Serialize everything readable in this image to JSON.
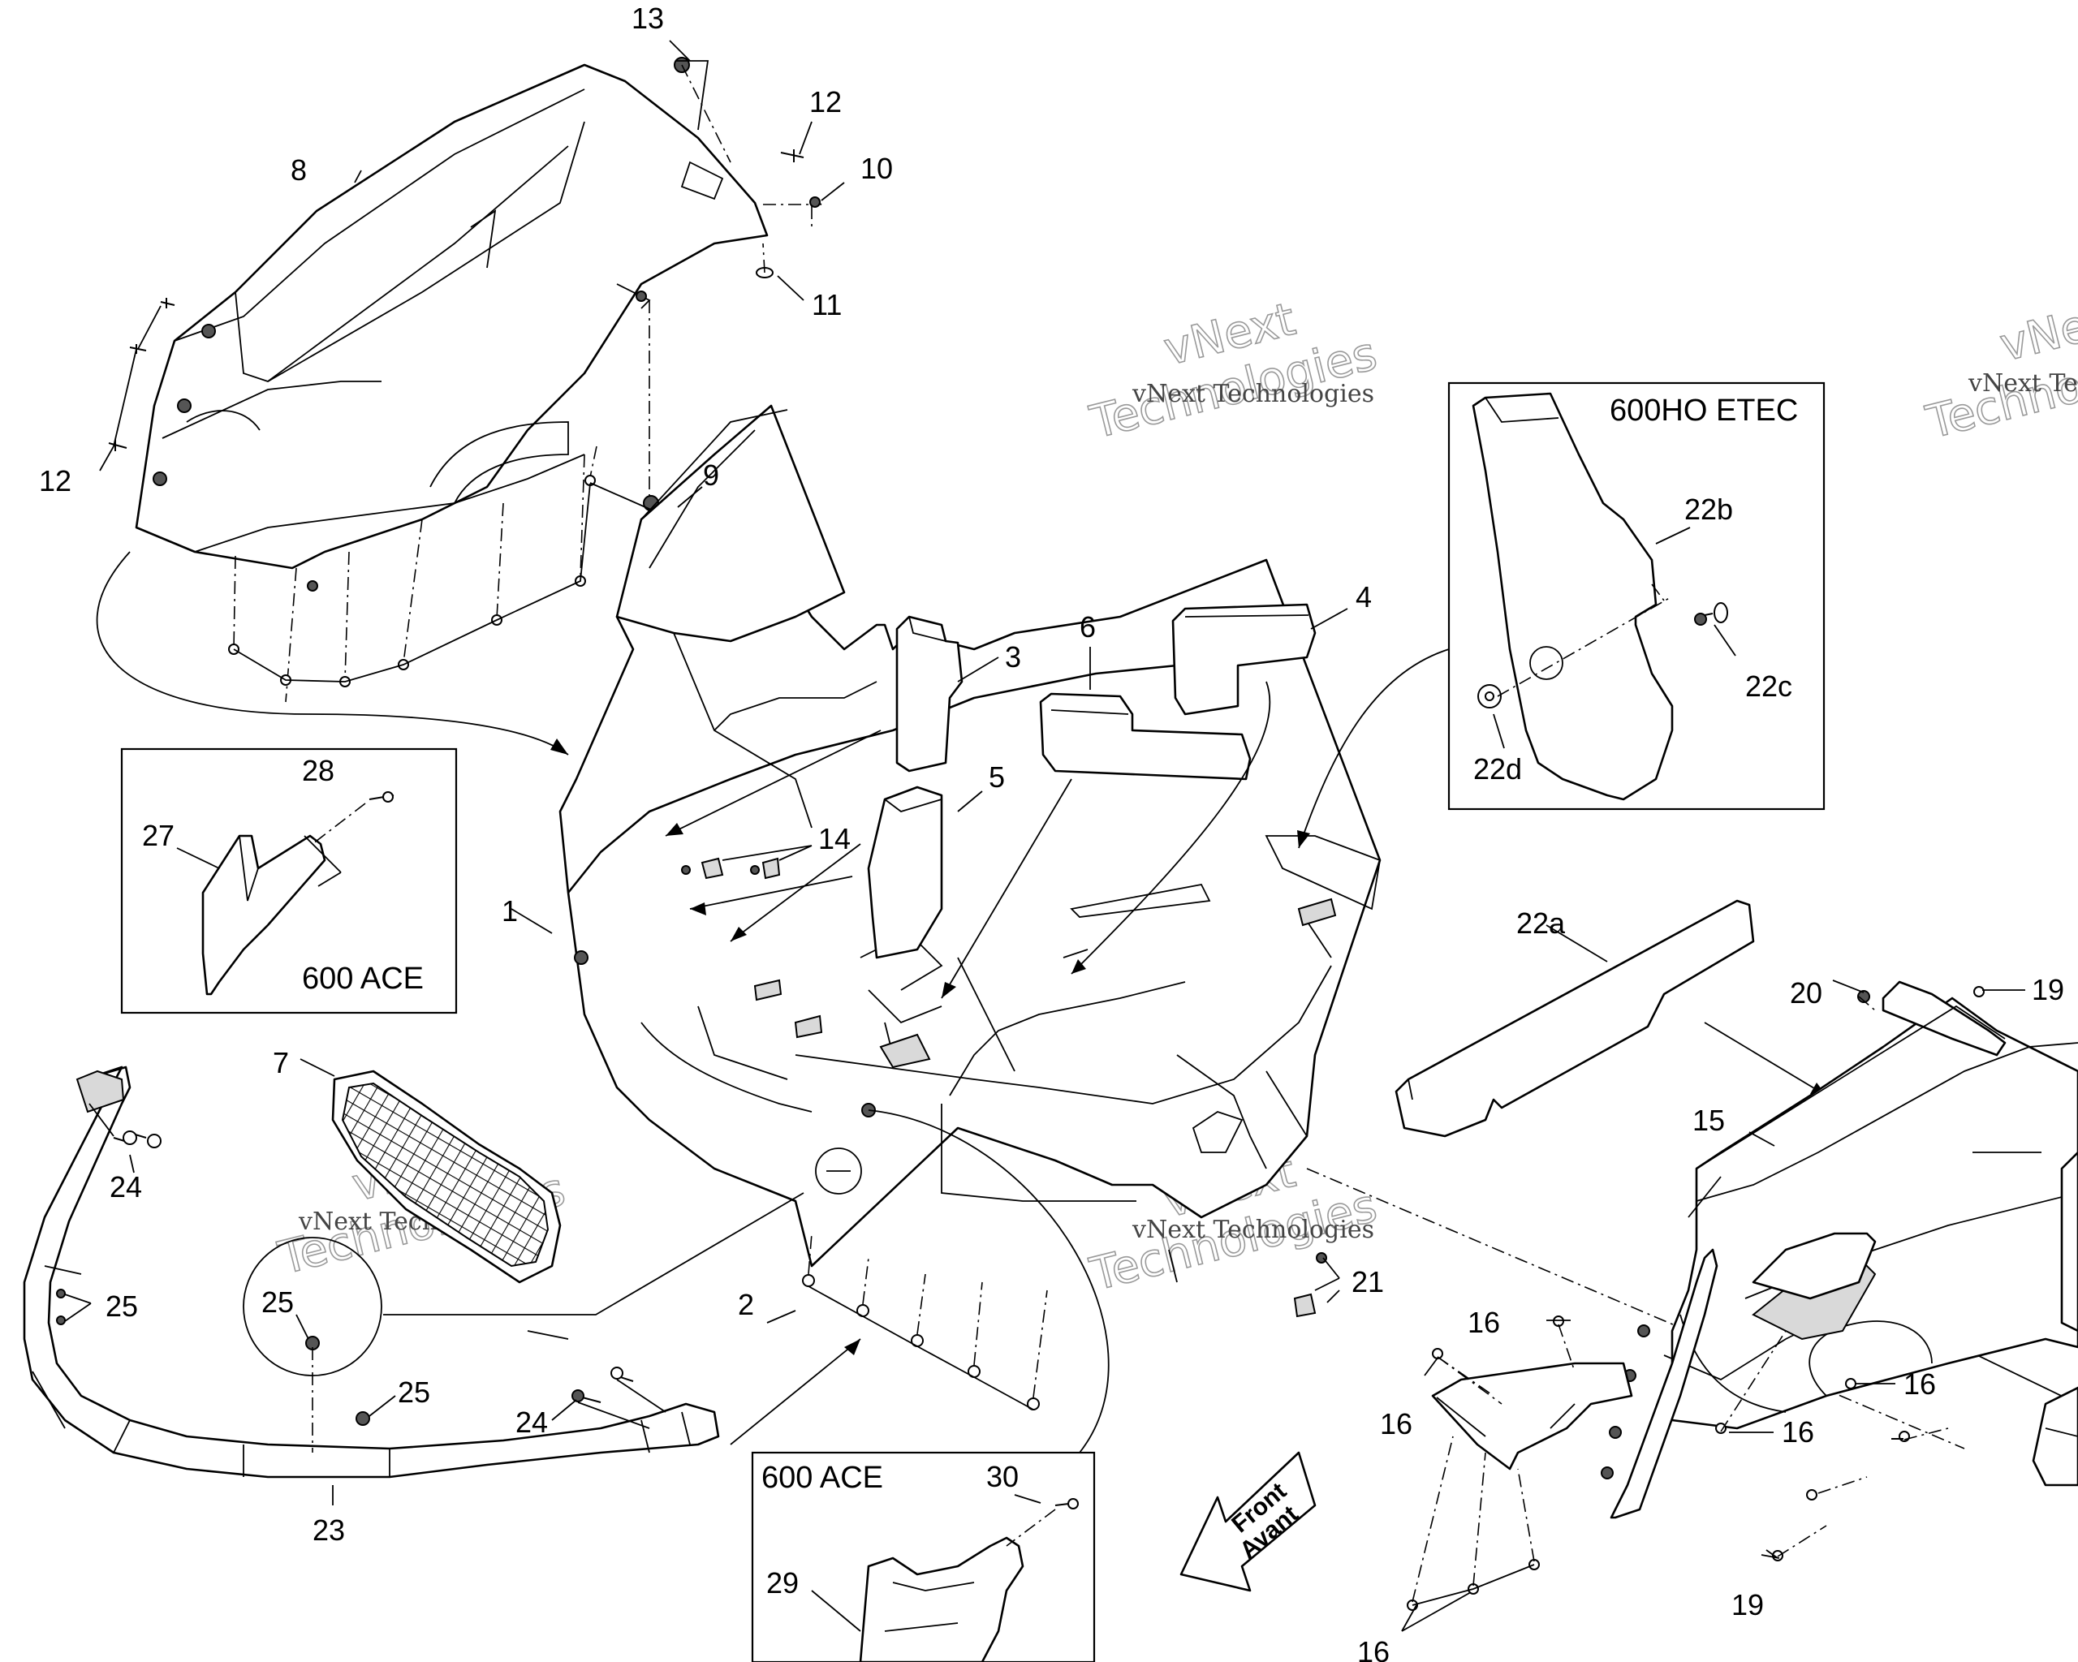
{
  "diagram": {
    "callouts": {
      "c1": "1",
      "c2": "2",
      "c3": "3",
      "c4": "4",
      "c5": "5",
      "c6": "6",
      "c7": "7",
      "c8": "8",
      "c9": "9",
      "c10": "10",
      "c11": "11",
      "c12a": "12",
      "c12b": "12",
      "c13": "13",
      "c14": "14",
      "c15": "15",
      "c16a": "16",
      "c16b": "16",
      "c16c": "16",
      "c16d": "16",
      "c16e": "16",
      "c19a": "19",
      "c19b": "19",
      "c20": "20",
      "c21": "21",
      "c22a": "22a",
      "c22b": "22b",
      "c22c": "22c",
      "c22d": "22d",
      "c23": "23",
      "c24a": "24",
      "c24b": "24",
      "c25a": "25",
      "c25b": "25",
      "c25c": "25",
      "c27": "27",
      "c28": "28",
      "c29": "29",
      "c30": "30"
    },
    "inset_boxes": {
      "box_600ho": "600HO ETEC",
      "box_600ace_left": "600 ACE",
      "box_600ace_bottom": "600 ACE"
    },
    "front_arrow": {
      "line1": "Front",
      "line2": "Avant"
    },
    "watermark": {
      "brand_line1": "vNext",
      "brand_line2": "Technologies",
      "small": "vNext Technologies"
    }
  }
}
